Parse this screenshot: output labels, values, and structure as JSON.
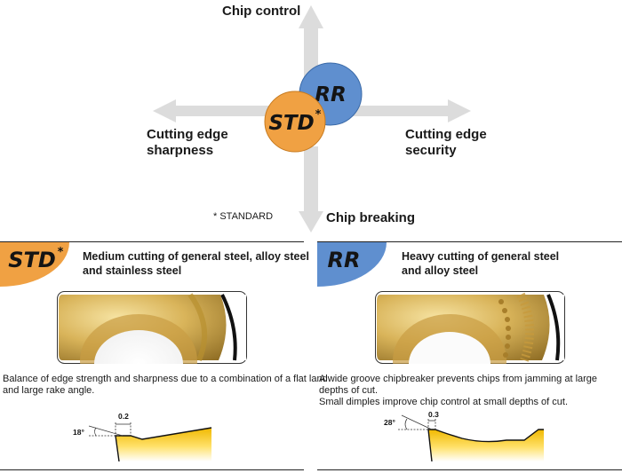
{
  "diagram": {
    "axis_top": "Chip control",
    "axis_left": [
      "Cutting edge",
      "sharpness"
    ],
    "axis_right": [
      "Cutting edge",
      "security"
    ],
    "axis_bottom": "Chip breaking",
    "center_back_label": "RR",
    "center_front_label": "STD",
    "center_front_mark": "*",
    "footnote": "* STANDARD",
    "colors": {
      "orange": "#f0a143",
      "blue": "#5f8fcf",
      "arrow": "#dcdcdc",
      "gold": "#f2c200"
    }
  },
  "panels": [
    {
      "badge": "STD",
      "badge_mark": "*",
      "title_lines": [
        "Medium cutting of general steel, alloy steel",
        "and stainless steel"
      ],
      "description_lines": [
        "Balance of edge strength and sharpness due to a combination of a flat land",
        "and large rake angle."
      ],
      "angle": "18°",
      "land": "0.2"
    },
    {
      "badge": "RR",
      "title_lines": [
        "Heavy cutting of general steel",
        "and alloy steel"
      ],
      "description_lines": [
        "A wide groove chipbreaker prevents chips from jamming at large depths of cut.",
        "Small dimples improve chip control at small depths of cut."
      ],
      "angle": "28°",
      "land": "0.3"
    }
  ]
}
